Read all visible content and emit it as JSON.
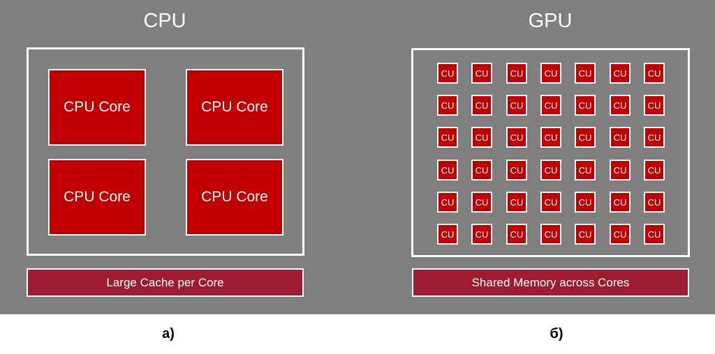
{
  "cpu": {
    "title": "CPU",
    "core_label": "CPU Core",
    "core_count": 4,
    "memory_label": "Large Cache per Core",
    "caption": "а)"
  },
  "gpu": {
    "title": "GPU",
    "unit_label": "CU",
    "rows": 6,
    "cols": 7,
    "memory_label": "Shared Memory across Cores",
    "caption": "б)"
  },
  "colors": {
    "background": "#7f7f7f",
    "core_fill": "#c00000",
    "memory_fill": "#9e1c30",
    "outline": "#ffffff"
  }
}
